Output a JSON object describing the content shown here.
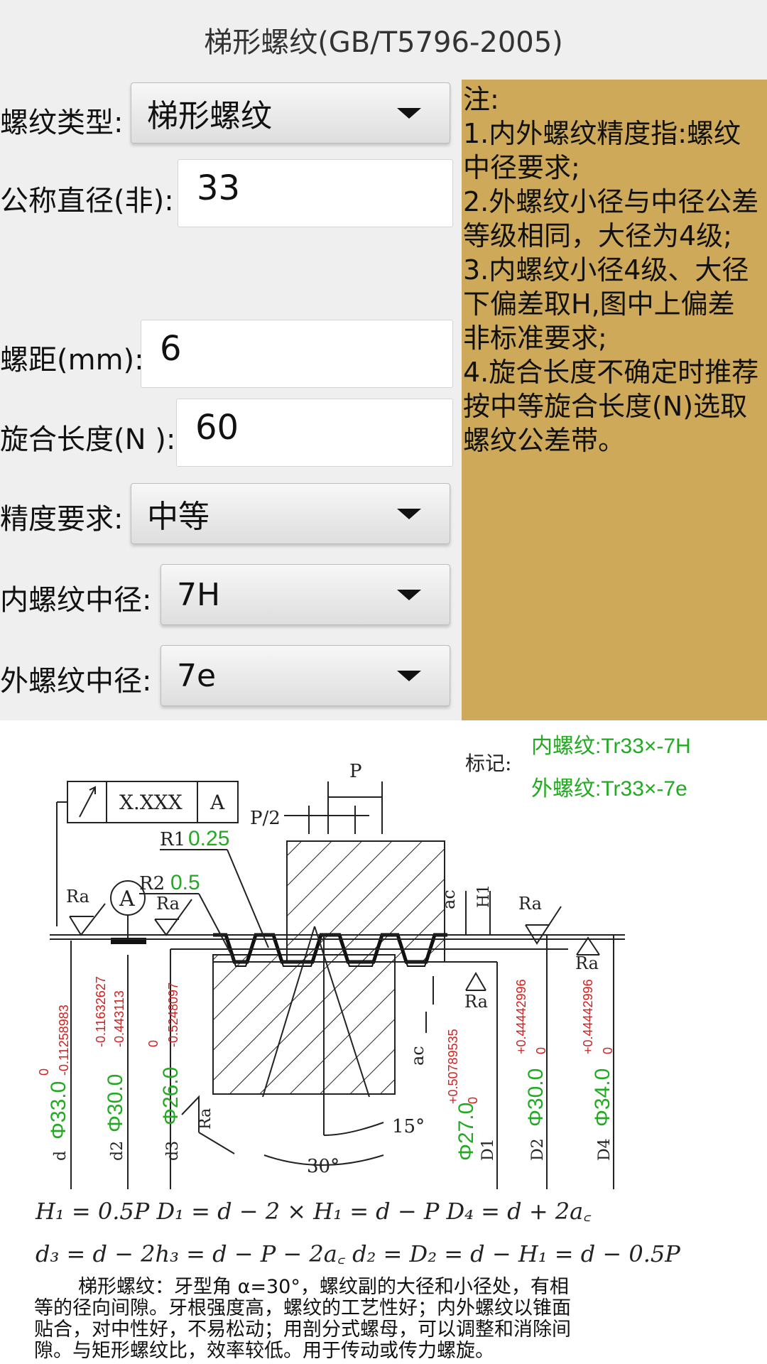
{
  "app": {
    "title": "梯形螺纹(GB/T5796-2005)"
  },
  "form": {
    "thread_type": {
      "label": "螺纹类型:",
      "value": "梯形螺纹"
    },
    "nominal_diameter": {
      "label": "公称直径(非):",
      "value": "33"
    },
    "pitch": {
      "label": "螺距(mm):",
      "value": "6"
    },
    "engagement_length": {
      "label": "旋合长度(N ):",
      "value": "60"
    },
    "precision": {
      "label": "精度要求:",
      "value": "中等"
    },
    "internal_pitch_diameter": {
      "label": "内螺纹中径:",
      "value": "7H"
    },
    "external_pitch_diameter": {
      "label": "外螺纹中径:",
      "value": "7e"
    }
  },
  "notes": {
    "lines": [
      "注:",
      " 1.内外螺纹精度指:螺纹中径要求;",
      " 2.外螺纹小径与中径公差等级相同，大径为4级;",
      " 3.内螺纹小径4级、大径下偏差取H,图中上偏差非标准要求;",
      " 4.旋合长度不确定时推荐按中等旋合长度(N)选取螺纹公差带。"
    ]
  },
  "diagram": {
    "marking_label": "标记:",
    "internal_mark": "内螺纹:Tr33×-7H",
    "external_mark": "外螺纹:Tr33×-7e",
    "frame_value": "X.XXX",
    "frame_datum": "A",
    "datum_symbol": "A",
    "pitch_label": "P",
    "half_pitch_label": "P/2",
    "r1_label": "R1",
    "r1_value": "0.25",
    "r2_label": "R2",
    "r2_value": "0.5",
    "ra": "Ra",
    "ac": "ac",
    "h1": "H1",
    "angle_15": "15°",
    "angle_30": "30°",
    "d": {
      "name": "d",
      "value": "Φ33.0",
      "upper": "0",
      "lower": "-0.11258983"
    },
    "d2": {
      "name": "d2",
      "value": "Φ30.0",
      "upper": "-0.11632627",
      "lower": "-0.443113"
    },
    "d3": {
      "name": "d3",
      "value": "Φ26.0",
      "upper": "0",
      "lower": "-0.5248097"
    },
    "D1": {
      "name": "D1",
      "value": "Φ27.0",
      "upper": "+0.50789535",
      "lower": "0"
    },
    "D2": {
      "name": "D2",
      "value": "Φ30.0",
      "upper": "+0.44442996",
      "lower": "0"
    },
    "D4": {
      "name": "D4",
      "value": "Φ34.0",
      "upper": "+0.44442996",
      "lower": "0"
    },
    "formula_1": "H₁ = 0.5P      D₁ = d − 2 × H₁ = d − P      D₄ = d + 2a꜀",
    "formula_2": "d₃ = d − 2h₃ = d − P − 2a꜀    d₂ = D₂ = d − H₁ = d − 0.5P",
    "desc_lines": [
      "梯形螺纹：牙型角 α=30°，螺纹副的大径和小径处，有相",
      "等的径向间隙。牙根强度高，螺纹的工艺性好；内外螺纹以锥面",
      "贴合，对中性好，不易松动；用剖分式螺母，可以调整和消除间",
      "隙。与矩形螺纹比，效率较低。用于传动或传力螺旋。"
    ]
  }
}
